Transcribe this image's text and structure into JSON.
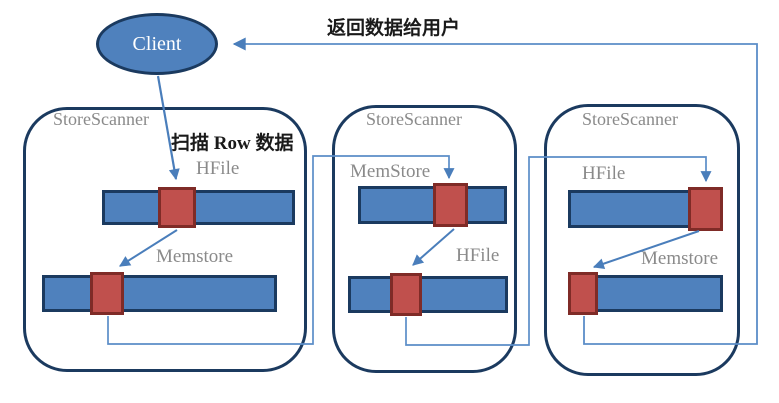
{
  "client": {
    "label": "Client"
  },
  "annotations": {
    "return_label": "返回数据给用户",
    "scan_label": "扫描 Row 数据"
  },
  "scanners": [
    {
      "title": "StoreScanner",
      "bars": [
        {
          "label": "HFile"
        },
        {
          "label": "Memstore"
        }
      ]
    },
    {
      "title": "StoreScanner",
      "bars": [
        {
          "label": "MemStore"
        },
        {
          "label": "HFile"
        }
      ]
    },
    {
      "title": "StoreScanner",
      "bars": [
        {
          "label": "HFile"
        },
        {
          "label": "Memstore"
        }
      ]
    }
  ],
  "colors": {
    "bar_blue": "#4F81BD",
    "segment_red": "#C0504D",
    "segment_red_border": "#7F2B27",
    "outline_navy": "#1B3A5F",
    "connector_blue": "#5B8DC8",
    "arrow_blue": "#4A7EBB",
    "label_gray": "#8A8A8A",
    "text_black": "#1A1A1A",
    "client_text": "#FFFFFF"
  }
}
